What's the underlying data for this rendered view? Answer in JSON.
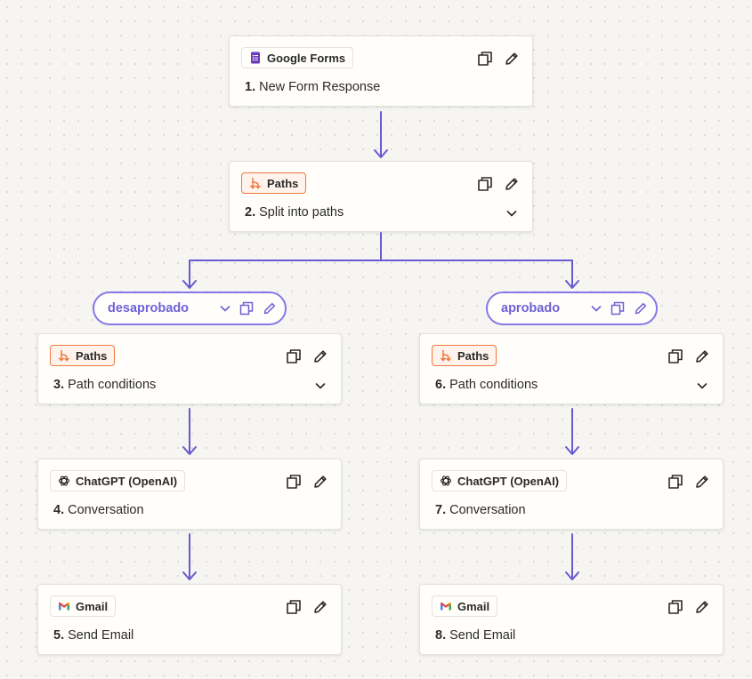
{
  "colors": {
    "connector": "#6759d1",
    "accent": "#8677e8",
    "paths_orange": "#f0783c",
    "canvas": "#f6f5f2"
  },
  "trigger": {
    "app": "Google Forms",
    "app_icon": "google-forms-icon",
    "num": "1.",
    "title": "New Form Response"
  },
  "router": {
    "app": "Paths",
    "app_icon": "paths-icon",
    "num": "2.",
    "title": "Split into paths"
  },
  "branches": [
    {
      "label": "desaprobado",
      "steps": [
        {
          "app": "Paths",
          "app_icon": "paths-icon",
          "num": "3.",
          "title": "Path conditions"
        },
        {
          "app": "ChatGPT (OpenAI)",
          "app_icon": "openai-icon",
          "num": "4.",
          "title": "Conversation"
        },
        {
          "app": "Gmail",
          "app_icon": "gmail-icon",
          "num": "5.",
          "title": "Send Email"
        }
      ]
    },
    {
      "label": "aprobado",
      "steps": [
        {
          "app": "Paths",
          "app_icon": "paths-icon",
          "num": "6.",
          "title": "Path conditions"
        },
        {
          "app": "ChatGPT (OpenAI)",
          "app_icon": "openai-icon",
          "num": "7.",
          "title": "Conversation"
        },
        {
          "app": "Gmail",
          "app_icon": "gmail-icon",
          "num": "8.",
          "title": "Send Email"
        }
      ]
    }
  ]
}
